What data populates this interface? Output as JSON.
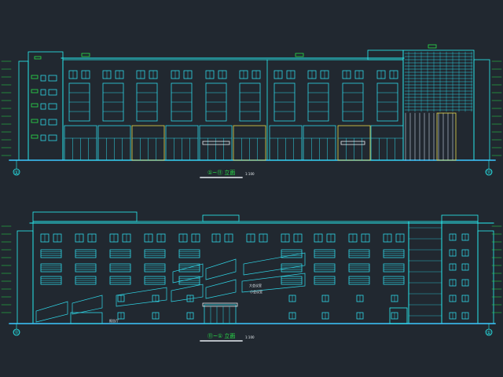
{
  "colors": {
    "background": "#212830",
    "outline": "#28f0f4",
    "window": "#2fd7e8",
    "glass": "#c8d4e6",
    "yellow": "#e6d84a",
    "ground": "#3cc8ff",
    "green": "#29e34a",
    "white": "#e8eef2"
  },
  "drawing": {
    "upper_elevation": {
      "title_label": "①~⑪ 立面",
      "scale_label": "1:100",
      "axis_left": "①",
      "axis_right": "⑪"
    },
    "lower_elevation": {
      "title_label": "⑪~① 立面",
      "scale_label": "1:100",
      "axis_left": "⑪",
      "axis_right": "①"
    },
    "annotations": {
      "middle_room": "大会议室",
      "middle_room_sub": "小会议室",
      "left_room": "报告厅"
    }
  }
}
